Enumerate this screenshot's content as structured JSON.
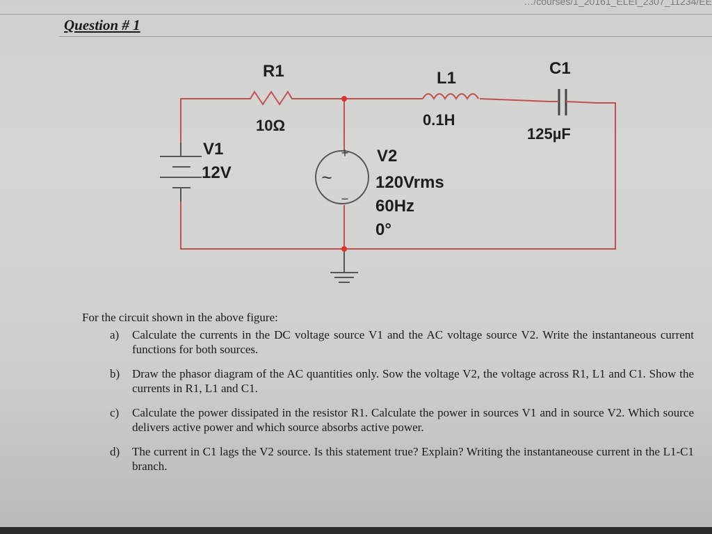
{
  "header": {
    "url_fragment": "…/courses/1_20161_ELEI_2307_11234/EE",
    "question_title": "Question # 1"
  },
  "circuit": {
    "r1_name": "R1",
    "r1_value": "10Ω",
    "l1_name": "L1",
    "l1_value": "0.1H",
    "c1_name": "C1",
    "c1_value": "125µF",
    "v1_name": "V1",
    "v1_value": "12V",
    "v2_name": "V2",
    "v2_value": "120Vrms",
    "v2_freq": "60Hz",
    "v2_phase": "0°",
    "plus_sign": "+",
    "minus_sign": "−",
    "wave_sign": "~",
    "wire_color": "#c0504d",
    "node_color": "#d8342c"
  },
  "questions": {
    "intro": "For the circuit shown in the above figure:",
    "items": [
      {
        "label": "a)",
        "text": "Calculate the currents in the DC voltage source V1 and the AC voltage source V2. Write the instantaneous current functions for both sources."
      },
      {
        "label": "b)",
        "text": "Draw the phasor diagram of the AC quantities only. Sow the voltage V2, the voltage across R1, L1 and C1. Show the currents in R1, L1 and C1."
      },
      {
        "label": "c)",
        "text": "Calculate the power dissipated in the resistor R1. Calculate the power in sources V1 and in source V2. Which source delivers active power and which source absorbs active power."
      },
      {
        "label": "d)",
        "text": "The current in C1 lags the V2 source. Is this statement true? Explain? Writing the instantaneouse current in the L1-C1 branch."
      }
    ]
  }
}
